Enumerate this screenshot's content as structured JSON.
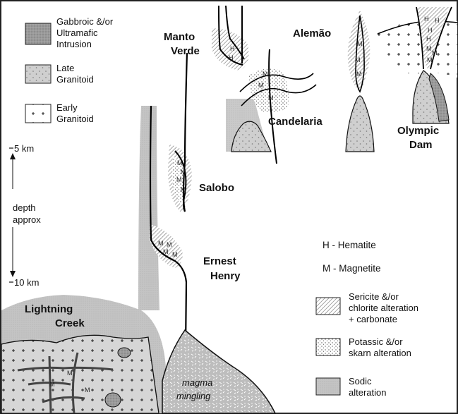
{
  "legend_rock": [
    {
      "line1": "Gabbroic &/or",
      "line2": "Ultramafic",
      "line3": "Intrusion"
    },
    {
      "line1": "Late",
      "line2": "Granitoid"
    },
    {
      "line1": "Early",
      "line2": "Granitoid"
    }
  ],
  "depth_axis": {
    "top": "5 km",
    "label1": "depth",
    "label2": "approx",
    "bottom": "10 km"
  },
  "deposits": {
    "manto_verde": {
      "line1": "Manto",
      "line2": "Verde"
    },
    "alemao": {
      "line1": "Alemão"
    },
    "candelaria": {
      "line1": "Candelaria"
    },
    "olympic_dam": {
      "line1": "Olympic",
      "line2": "Dam"
    },
    "salobo": {
      "line1": "Salobo"
    },
    "ernest_henry": {
      "line1": "Ernest",
      "line2": "Henry"
    },
    "lightning_creek": {
      "line1": "Lightning",
      "line2": "Creek"
    }
  },
  "mineral_key": {
    "hematite": "H - Hematite",
    "magnetite": "M - Magnetite",
    "h": "H",
    "m": "M"
  },
  "alteration_legend": [
    {
      "line1": "Sericite &/or",
      "line2": "chlorite alteration",
      "line3": "+ carbonate"
    },
    {
      "line1": "Potassic &/or",
      "line2": "skarn alteration"
    },
    {
      "line1": "Sodic",
      "line2": "alteration"
    }
  ],
  "magma_label": {
    "line1": "magma",
    "line2": "mingling"
  },
  "colors": {
    "border": "#222222",
    "sodic": "#c8c8c8",
    "granitoid": "#cfcfcf",
    "gabbro": "#9a9a9a",
    "line": "#000000"
  }
}
